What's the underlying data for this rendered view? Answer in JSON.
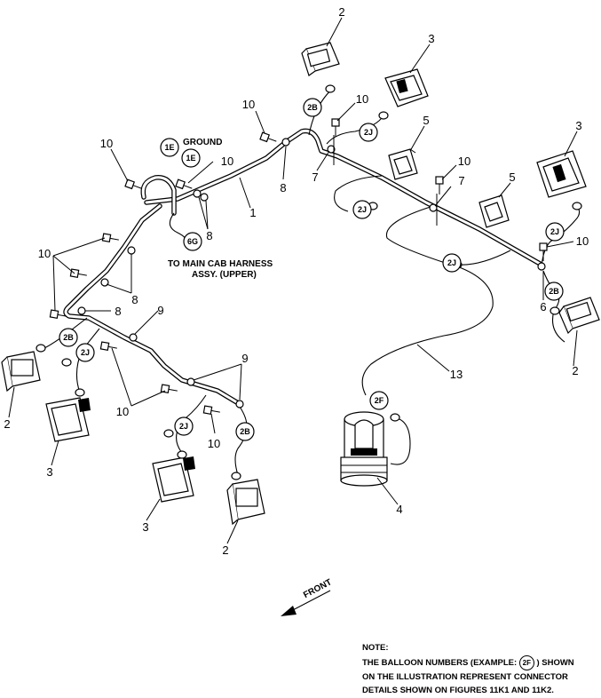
{
  "callouts": {
    "c2": "2",
    "c3": "3",
    "c4": "4",
    "c5": "5",
    "c6": "6",
    "c7": "7",
    "c8": "8",
    "c9": "9",
    "c10": "10",
    "c13": "13",
    "c1": "1"
  },
  "balloons": {
    "b1E": "1E",
    "b2B": "2B",
    "b2J": "2J",
    "b2F": "2F",
    "b6G": "6G"
  },
  "labels": {
    "ground": "GROUND",
    "to_main_cab_1": "TO MAIN CAB HARNESS",
    "to_main_cab_2": "ASSY. (UPPER)",
    "front": "FRONT"
  },
  "note": {
    "title": "NOTE:",
    "line1_pre": "THE BALLOON NUMBERS (EXAMPLE:",
    "example": "2F",
    "line1_post": ") SHOWN",
    "line2": "ON THE ILLUSTRATION REPRESENT CONNECTOR",
    "line3": "DETAILS SHOWN ON FIGURES 11K1 AND 11K2."
  }
}
